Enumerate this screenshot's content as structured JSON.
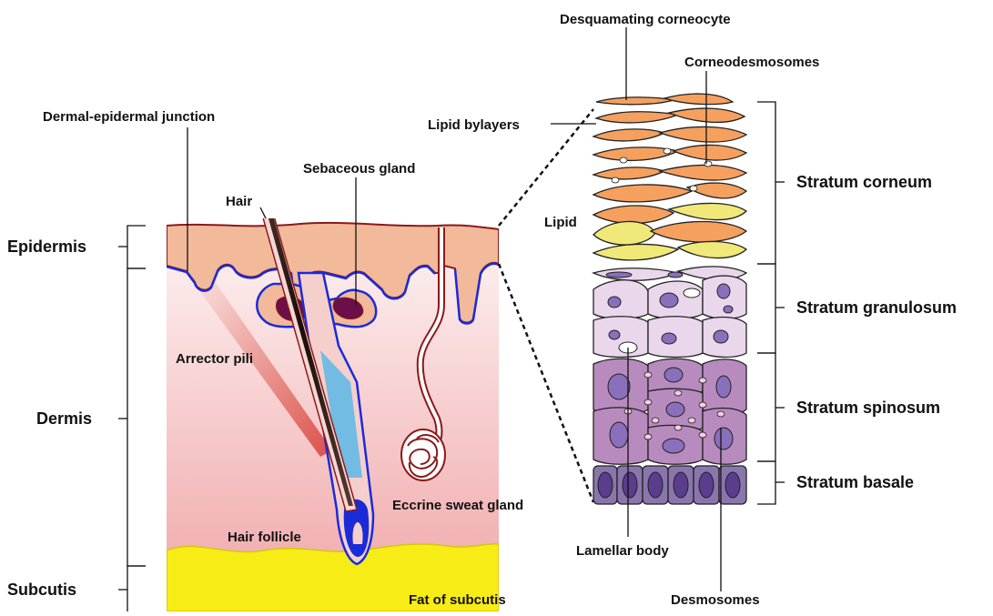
{
  "layers_left": {
    "epidermis": "Epidermis",
    "dermis": "Dermis",
    "subcutis": "Subcutis"
  },
  "labels_cross_section": {
    "dermal_epidermal_junction": "Dermal-epidermal junction",
    "hair": "Hair",
    "sebaceous_gland": "Sebaceous gland",
    "arrector_pili": "Arrector pili",
    "eccrine_sweat_gland": "Eccrine sweat gland",
    "hair_follicle": "Hair follicle",
    "fat_of_subcutis": "Fat of subcutis"
  },
  "labels_magnified": {
    "desquamating_corneocyte": "Desquamating corneocyte",
    "corneodesmosomes": "Corneodesmosomes",
    "lipid_bylayers": "Lipid bylayers",
    "lipid": "Lipid",
    "lamellar_body": "Lamellar body",
    "desmosomes": "Desmosomes"
  },
  "strata": {
    "corneum": "Stratum corneum",
    "granulosum": "Stratum granulosum",
    "spinosum": "Stratum spinosum",
    "basale": "Stratum basale"
  },
  "colors": {
    "corneum_cell": "#f5a05f",
    "lipid_cell": "#f0e878",
    "granulosum_cell": "#ead7ec",
    "spinosum_cell": "#b88bbf",
    "basale_cell": "#8a76ad",
    "nucleus": "#8a6fbc",
    "epidermis": "#f2b99a",
    "dermis_top": "#fdf0f0",
    "dermis_bottom": "#f1a9aa",
    "fat": "#f7ec16",
    "membrane": "#1a2bd8",
    "outline": "#8b1a1a"
  }
}
